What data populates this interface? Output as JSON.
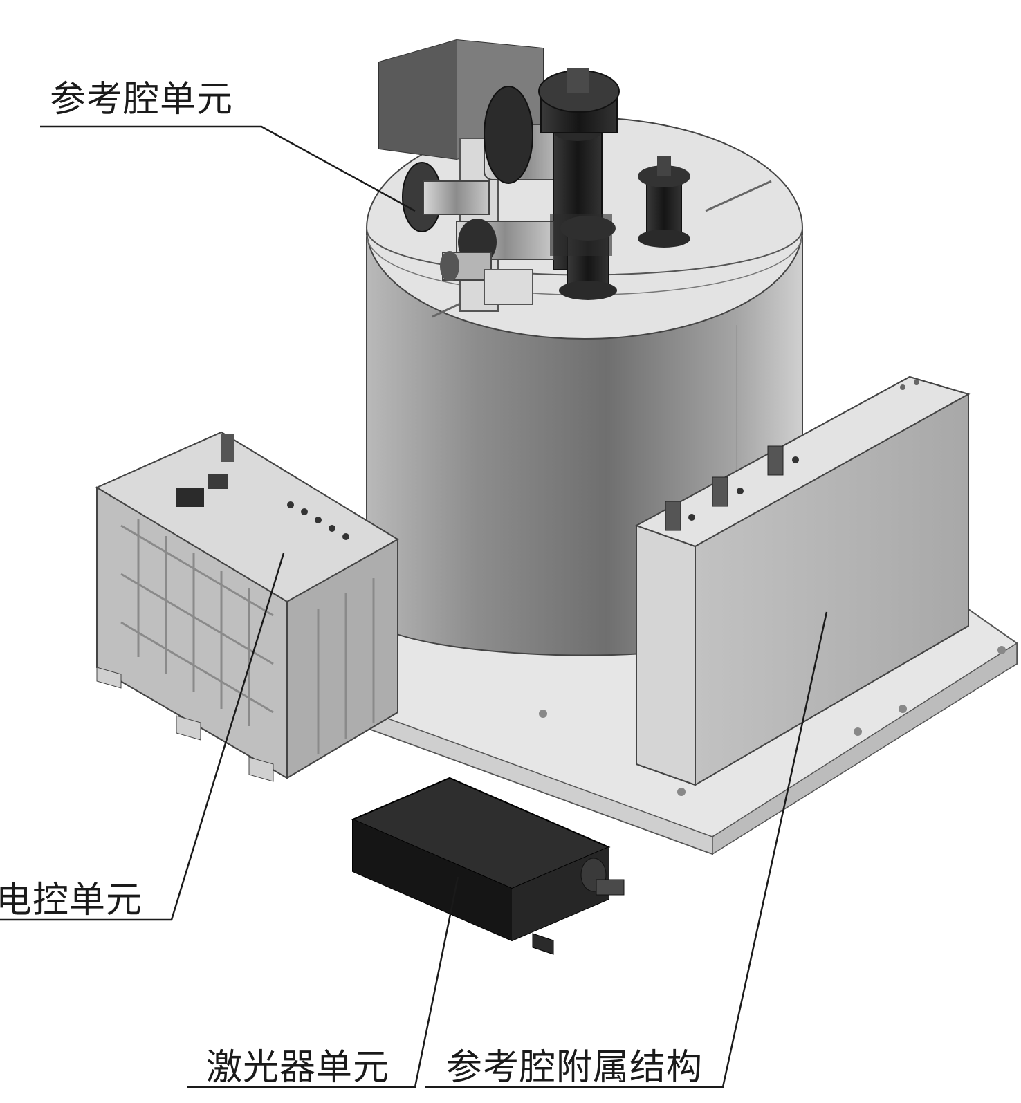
{
  "labels": {
    "reference_cavity_unit": "参考腔单元",
    "electric_control_unit": "电控单元",
    "laser_unit": "激光器单元",
    "reference_cavity_attachment": "参考腔附属结构"
  },
  "colors": {
    "line": "#1a1a1a",
    "cylinder_light": "#c9c9c9",
    "cylinder_dark": "#8a8a8a",
    "lid": "#e4e4e4",
    "electronics_box": "#b8b8b8",
    "laser_box": "#1e1e1e",
    "attachment_box": "#bdbdbd",
    "plate": "#e8e8e8",
    "flange_dark": "#2a2a2a"
  }
}
